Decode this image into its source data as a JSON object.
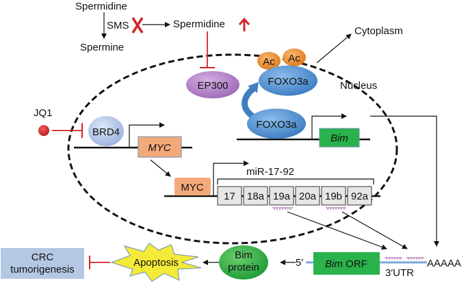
{
  "labels": {
    "spermidine_top": "Spermidine",
    "sms": "SMS",
    "spermine": "Spermine",
    "spermidine_up": "Spermidine",
    "cytoplasm": "Cytoplasm",
    "nucleus": "Nucleus",
    "ep300": "EP300",
    "ac1": "Ac",
    "ac2": "Ac",
    "foxo3a_acetylated": "FOXO3a",
    "foxo3a": "FOXO3a",
    "bim_gene": "Bim",
    "jq1": "JQ1",
    "brd4": "BRD4",
    "myc_gene": "MYC",
    "myc_protein": "MYC",
    "mir_cluster": "miR-17-92",
    "mirs": [
      "17",
      "18a",
      "19a",
      "20a",
      "19b",
      "92a"
    ],
    "crc": "CRC",
    "crc2": "tumorigenesis",
    "apoptosis": "Apoptosis",
    "bim_protein1": "Bim",
    "bim_protein2": "protein",
    "five_prime": "5′",
    "bim_orf_italic": "Bim",
    "bim_orf": " ORF",
    "utr": "3′UTR",
    "polya": "AAAAA"
  },
  "colors": {
    "inhibit_red": "#d2232a",
    "ep300": "#b07cc6",
    "foxo3a": "#4d8fd0",
    "ac": "#ec8a2c",
    "brd4": "#aec3e6",
    "myc": "#f4a97a",
    "bim_green": "#2ab24c",
    "crc_box": "#b4c8e4",
    "apoptosis": "#f3ea3a",
    "utr_line": "#7aa8d8",
    "mir_pink": "#a05aa8"
  }
}
